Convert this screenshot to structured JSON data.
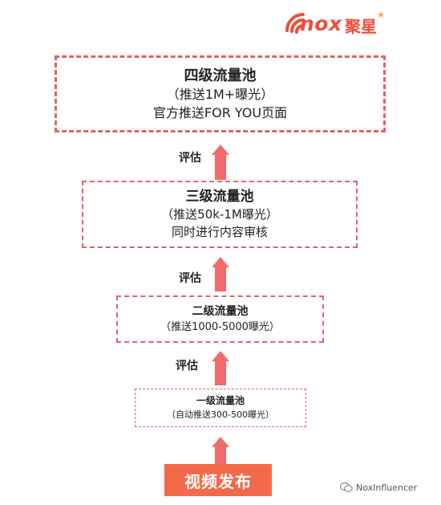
{
  "logo": {
    "brand": "nox",
    "brand_cn": "聚星",
    "star": "★"
  },
  "pools": [
    {
      "title": "一级流量池",
      "line1": "（自动推送300-500曝光）",
      "line2": ""
    },
    {
      "title": "二级流量池",
      "line1": "（推送1000-5000曝光）",
      "line2": ""
    },
    {
      "title": "三级流量池",
      "line1": "（推送50k-1M曝光）",
      "line2": "同时进行内容审核"
    },
    {
      "title": "四级流量池",
      "line1": "（推送1M+曝光）",
      "line2": "官方推送FOR YOU页面"
    }
  ],
  "evaluate_label": "评估",
  "start_label": "视频发布",
  "watermark": "NoxInfluencer",
  "colors": {
    "accent": "#f26a6a",
    "border": "#e5606e",
    "button": "#f26a4a",
    "brand": "#ef4d3b"
  },
  "icons": {
    "logo": "wifi-signal-icon",
    "watermark": "wechat-icon"
  }
}
